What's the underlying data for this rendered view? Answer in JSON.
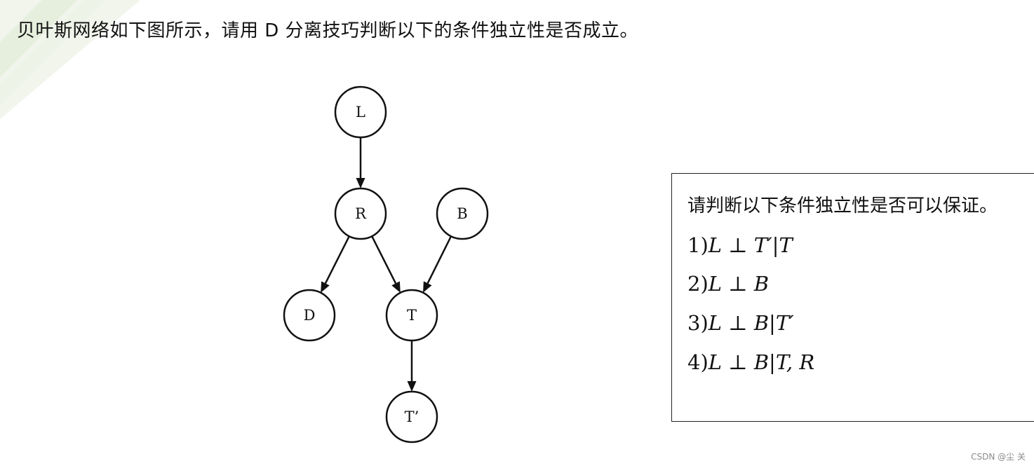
{
  "title": "贝叶斯网络如下图所示，请用 D 分离技巧判断以下的条件独立性是否成立。",
  "graph": {
    "nodes": [
      {
        "id": "L",
        "label": "L"
      },
      {
        "id": "R",
        "label": "R"
      },
      {
        "id": "B",
        "label": "B"
      },
      {
        "id": "D",
        "label": "D"
      },
      {
        "id": "T",
        "label": "T"
      },
      {
        "id": "Tp",
        "label": "T’"
      }
    ],
    "edges": [
      {
        "from": "L",
        "to": "R"
      },
      {
        "from": "R",
        "to": "D"
      },
      {
        "from": "R",
        "to": "T"
      },
      {
        "from": "B",
        "to": "T"
      },
      {
        "from": "T",
        "to": "Tp"
      }
    ]
  },
  "question_box": {
    "prompt": "请判断以下条件独立性是否可以保证。",
    "items": [
      {
        "num": "1)",
        "expr": "L ⊥ T′|T"
      },
      {
        "num": "2)",
        "expr": "L ⊥ B"
      },
      {
        "num": "3)",
        "expr": "L ⊥ B|T′"
      },
      {
        "num": "4)",
        "expr": "L ⊥ B|T, R"
      }
    ]
  },
  "watermark": "CSDN @尘  关",
  "colors": {
    "stroke": "#111111",
    "background": "#ffffff",
    "decor_green": "#dfe8d3"
  }
}
